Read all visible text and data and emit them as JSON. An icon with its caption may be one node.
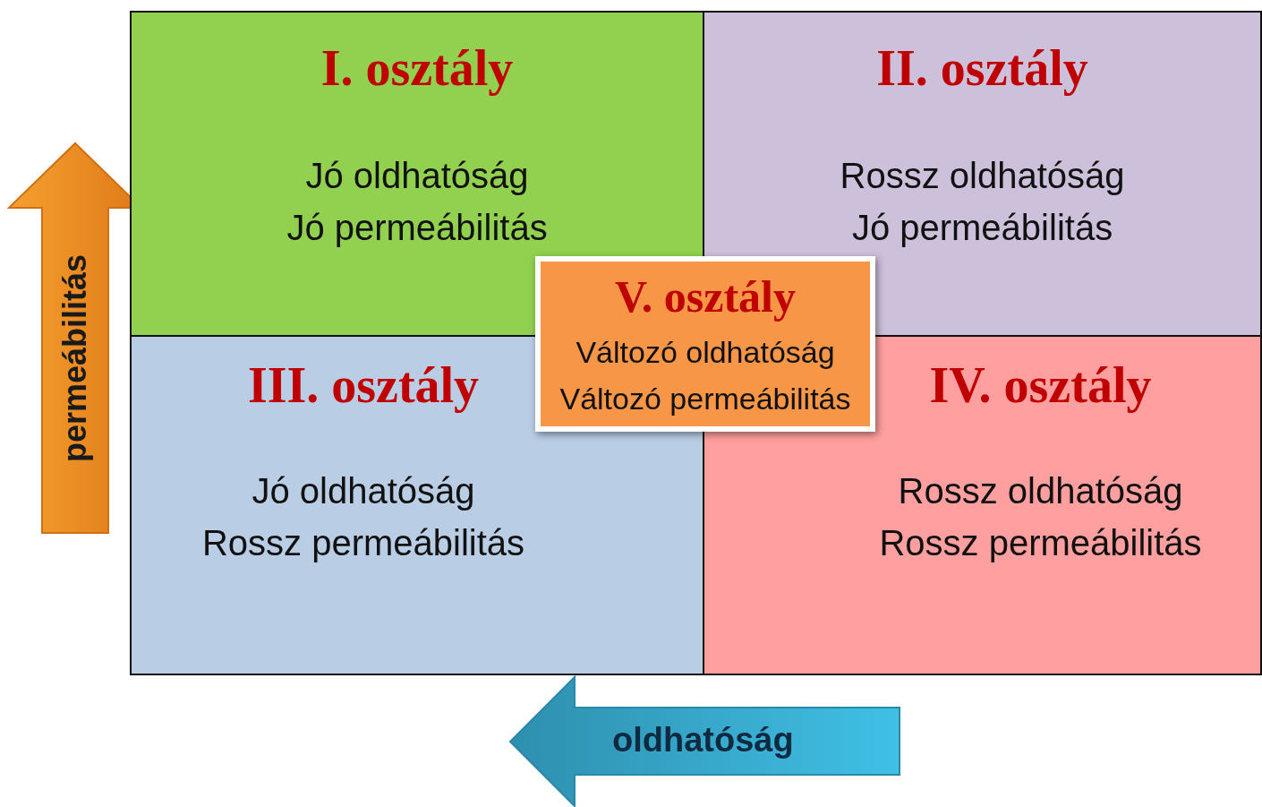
{
  "diagram": {
    "nodes": [
      {
        "text": [
          "I. osztály",
          "Jó oldhatóság",
          "Jó permeábilitás"
        ]
      },
      {
        "text": [
          "II. osztály",
          "Rossz oldhatóság",
          "Jó permeábilitás"
        ]
      },
      {
        "text": [
          "III. osztály",
          "Jó oldhatóság",
          "Rossz permeábilitás"
        ]
      },
      {
        "text": [
          "IV. osztály",
          "Rossz oldhatóság",
          "Rossz permeábilitás"
        ]
      },
      {
        "text": [
          "V. osztály",
          "Változó oldhatóság",
          "Változó permeábilitás"
        ]
      }
    ],
    "edges": [],
    "labels": [
      "permeábilitás",
      "oldhatóság"
    ]
  }
}
